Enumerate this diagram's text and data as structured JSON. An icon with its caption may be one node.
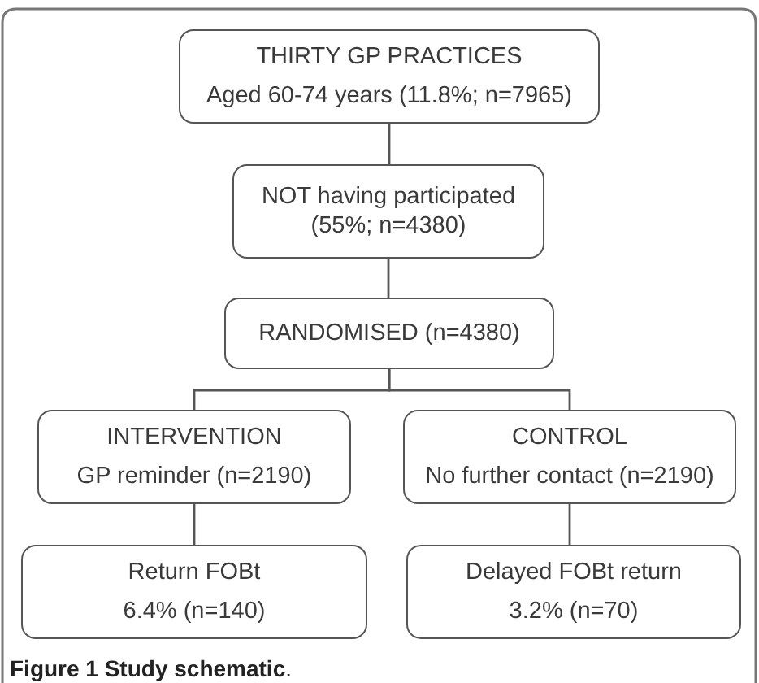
{
  "diagram": {
    "caption": "**Figure 1 Study schematic**.",
    "nodes": [
      {
        "text": [
          "THIRTY GP PRACTICES",
          "Aged 60-74 years (11.8%; n=7965)"
        ]
      },
      {
        "text": [
          "NOT having participated (55%; n=4380)"
        ]
      },
      {
        "text": [
          "RANDOMISED (n=4380)"
        ]
      },
      {
        "text": [
          "INTERVENTION",
          "GP reminder (n=2190)"
        ]
      },
      {
        "text": [
          "CONTROL",
          "No further contact (n=2190)"
        ]
      },
      {
        "text": [
          "Return FOBt",
          "6.4% (n=140)"
        ]
      },
      {
        "text": [
          "Delayed FOBt return",
          "3.2% (n=70)"
        ]
      }
    ],
    "edges": [
      {
        "from": 0,
        "to": 1,
        "arrow": "none"
      },
      {
        "from": 1,
        "to": 2,
        "arrow": "none"
      },
      {
        "from": 2,
        "to": 3,
        "arrow": "none"
      },
      {
        "from": 2,
        "to": 4,
        "arrow": "none"
      },
      {
        "from": 3,
        "to": 5,
        "arrow": "none"
      },
      {
        "from": 4,
        "to": 6,
        "arrow": "none"
      }
    ]
  }
}
